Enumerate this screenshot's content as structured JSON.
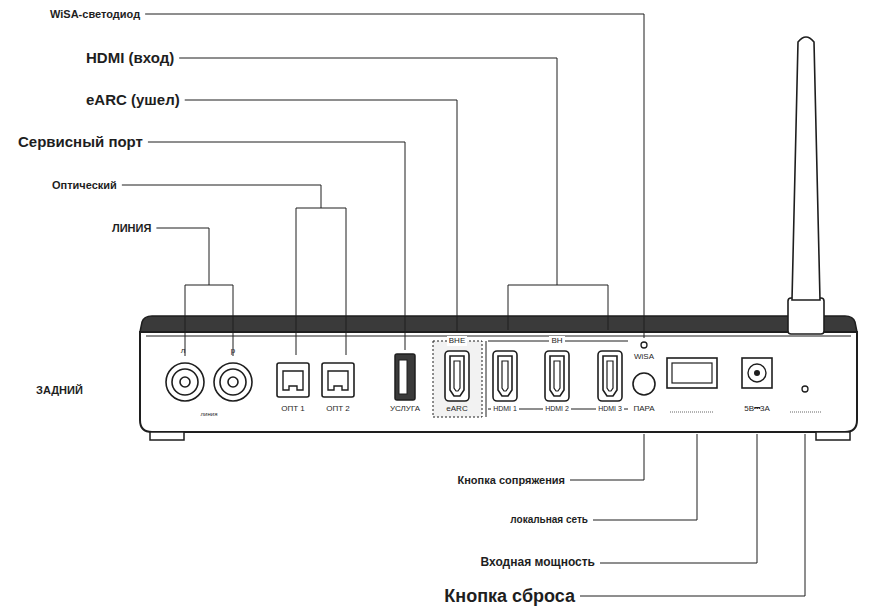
{
  "diagram": {
    "labels": [
      "WiSA-светодиод",
      "HDMI (вход)",
      "eARC (ушел)",
      "Сервисный порт",
      "Оптический",
      "ЛИНИЯ",
      "ЗАДНИЙ",
      "ВНЕ",
      "ВН",
      "WiSA",
      "л",
      "р",
      "линия",
      "ОПТ 1",
      "ОПТ 2",
      "УСЛУГА",
      "eARC",
      "HDMI 1",
      "HDMI 2",
      "HDMI 3",
      "ПАРА",
      "5В⎓3А",
      "Кнопка сопряжения",
      "локальная сеть",
      "Входная мощность",
      "Кнопка сброса"
    ]
  }
}
